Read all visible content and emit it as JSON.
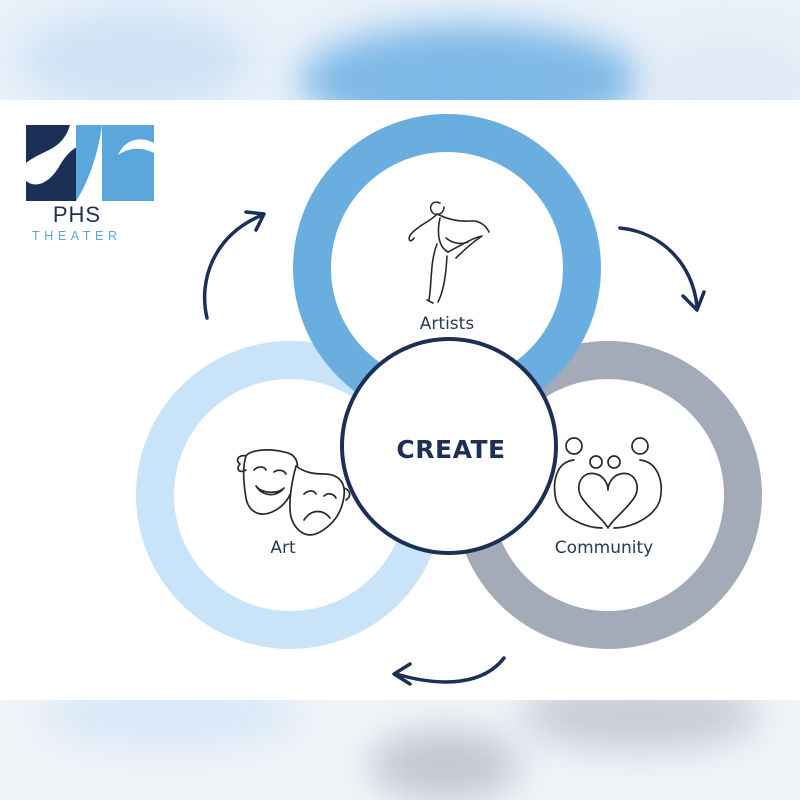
{
  "logo": {
    "name": "PHS",
    "subtitle": "THEATER",
    "colors": {
      "navy": "#1c2f57",
      "sky": "#5aa7de"
    }
  },
  "diagram": {
    "center": {
      "label": "CREATE",
      "icon": "none"
    },
    "nodes": [
      {
        "id": "artists",
        "label": "Artists",
        "ring_color": "#6aaee0",
        "icon": "ballerina-icon"
      },
      {
        "id": "community",
        "label": "Community",
        "ring_color": "#a3abb9",
        "icon": "family-hearts-icon"
      },
      {
        "id": "art",
        "label": "Art",
        "ring_color": "#c9e3f8",
        "icon": "theater-masks-icon"
      }
    ],
    "cycle_arrows": [
      {
        "from": "art",
        "to": "artists",
        "icon": "curved-arrow-icon"
      },
      {
        "from": "artists",
        "to": "community",
        "icon": "curved-arrow-icon"
      },
      {
        "from": "community",
        "to": "art",
        "icon": "curved-arrow-icon"
      }
    ],
    "colors": {
      "navy": "#1c2f57",
      "text": "#2a3a52"
    }
  }
}
